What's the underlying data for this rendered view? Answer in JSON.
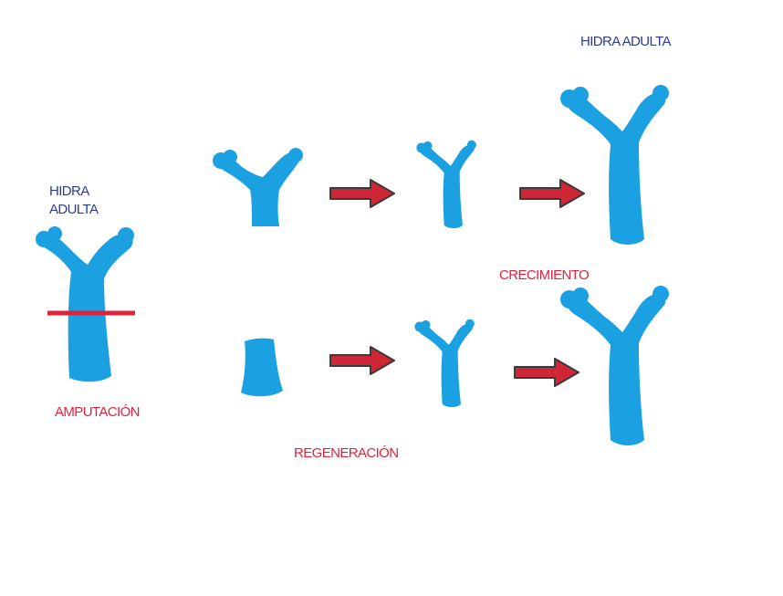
{
  "colors": {
    "hydra": "#1ba1e2",
    "cut_line": "#e0223b",
    "arrow_fill": "#cf2636",
    "arrow_outline": "#3a3a3a",
    "label_blue": "#2d3b8f",
    "label_red": "#e0223b"
  },
  "labels": {
    "hidra_adulta_left": "HIDRA\nADULTA",
    "hidra_adulta_top": "HIDRA ADULTA",
    "amputacion": "AMPUTACIÓN",
    "crecimiento": "CRECIMIENTO",
    "regeneracion": "REGENERACIÓN"
  },
  "icons": [
    "hydra-icon",
    "arrow-right-icon"
  ]
}
